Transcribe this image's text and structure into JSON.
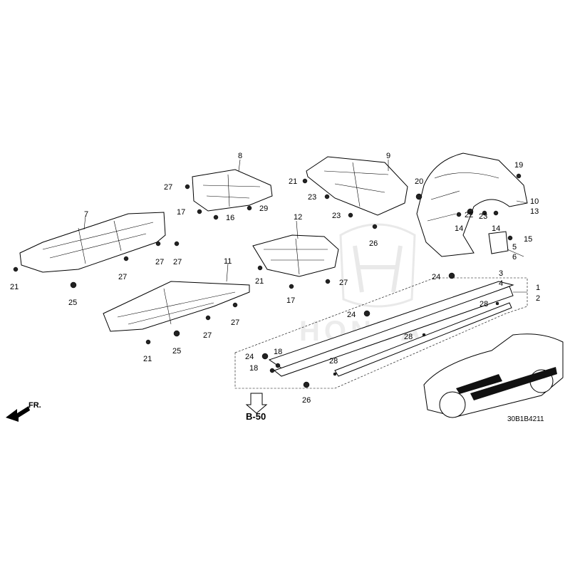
{
  "diagram": {
    "part_numbers": [
      "1",
      "2",
      "3",
      "4",
      "5",
      "6",
      "7",
      "8",
      "9",
      "10",
      "11",
      "12",
      "13",
      "14",
      "15",
      "16",
      "17",
      "18",
      "19",
      "20",
      "21",
      "22",
      "23",
      "24",
      "25",
      "26",
      "27",
      "28",
      "29"
    ],
    "reference_label": "B-50",
    "front_indicator": "FR.",
    "drawing_code": "30B1B4211"
  }
}
